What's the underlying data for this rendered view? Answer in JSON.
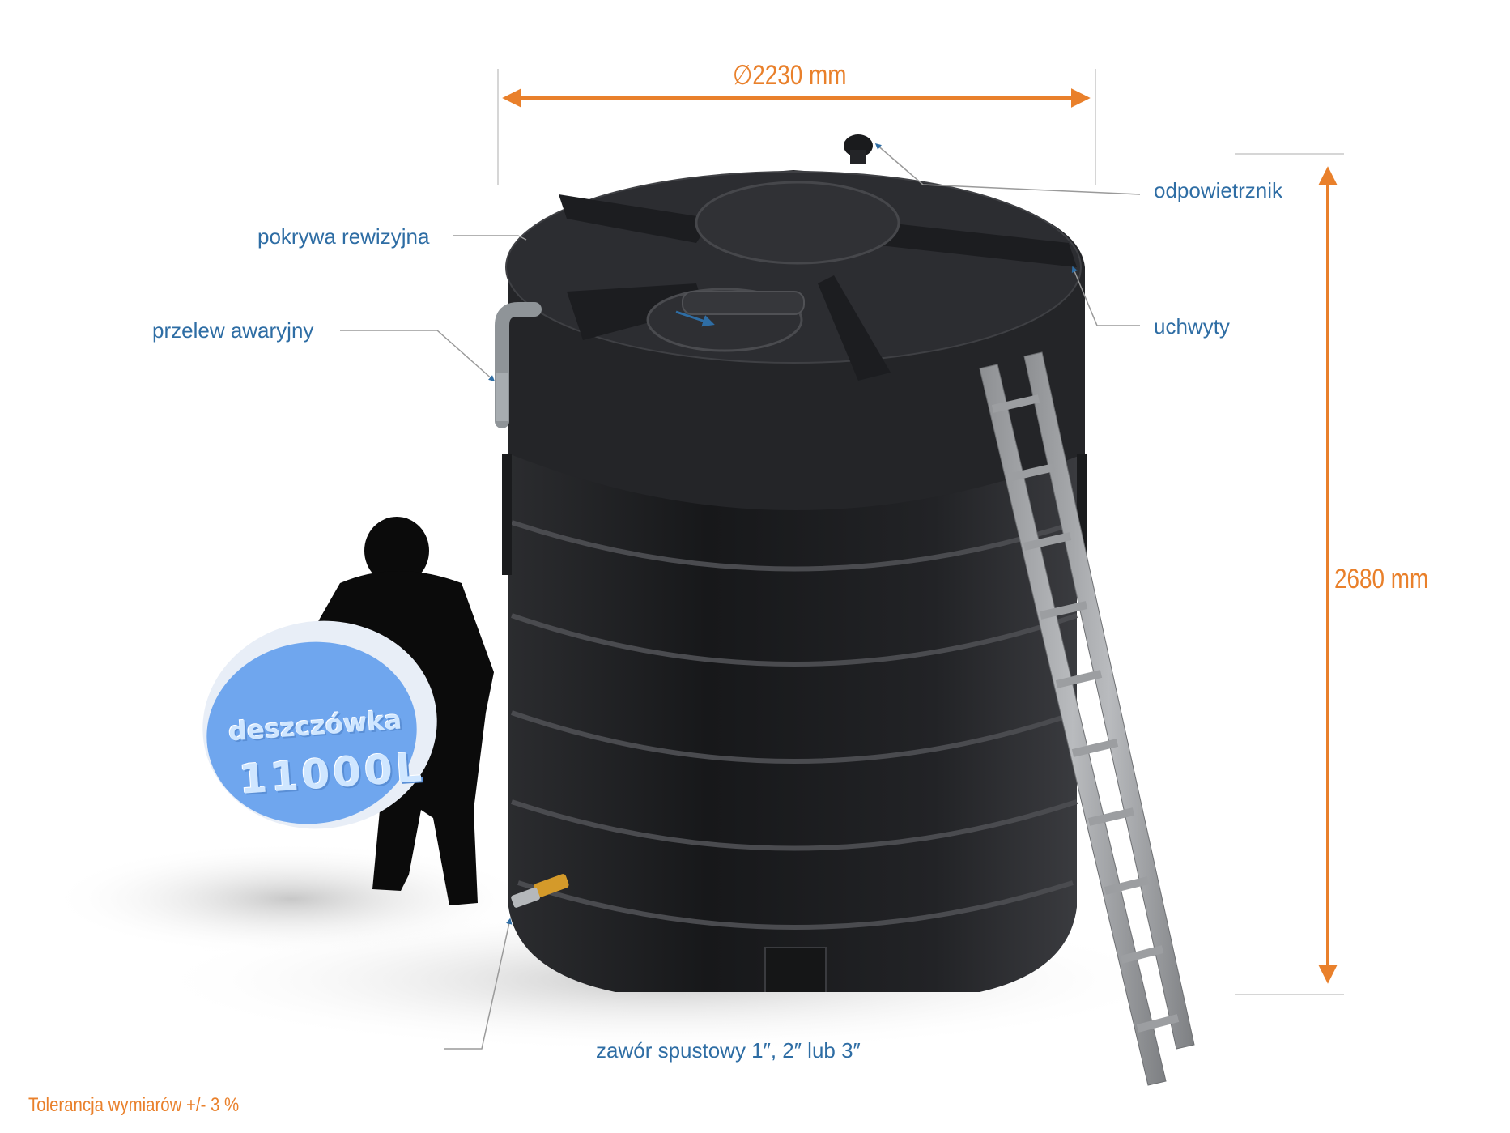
{
  "dimensions": {
    "diameter": "∅2230 mm",
    "height": "2680 mm"
  },
  "callouts": {
    "vent": "odpowietrznik",
    "inspection_cover": "pokrywa rewizyjna",
    "handles": "uchwyty",
    "overflow": "przelew awaryjny",
    "drain_valve": "zawór spustowy 1″, 2″ lub 3″"
  },
  "badge": {
    "line1": "deszczówka",
    "line2": "11000L"
  },
  "tolerance_note": "Tolerancja wymiarów +/-  3 %",
  "colors": {
    "dimension_orange": "#e9802b",
    "label_blue": "#2e6da4",
    "tank_black": "#1c1d1f",
    "badge_blue": "#6fa6ee"
  }
}
